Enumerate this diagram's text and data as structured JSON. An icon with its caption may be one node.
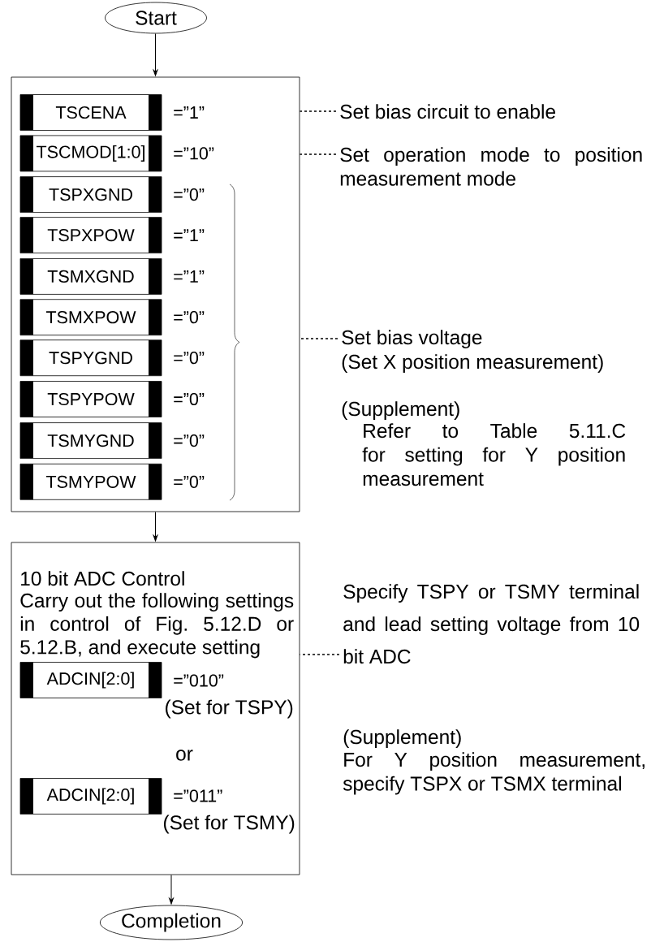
{
  "diagram": {
    "nodes": [
      {
        "text": [
          "Start"
        ]
      },
      {
        "text": [],
        "shape": "box"
      },
      {
        "text": [
          "TSCENA"
        ],
        "in": 1,
        "beside": [
          "=”1”"
        ]
      },
      {
        "text": [
          "TSCMOD[1:0]"
        ],
        "in": 1,
        "beside": [
          "=”10”"
        ]
      },
      {
        "text": [
          "TSPXGND"
        ],
        "in": 1,
        "beside": [
          "=”0”"
        ]
      },
      {
        "text": [
          "TSPXPOW"
        ],
        "in": 1,
        "beside": [
          "=”1”"
        ]
      },
      {
        "text": [
          "TSMXGND"
        ],
        "in": 1,
        "beside": [
          "=”1”"
        ]
      },
      {
        "text": [
          "TSMXPOW"
        ],
        "in": 1,
        "beside": [
          "=”0”"
        ]
      },
      {
        "text": [
          "TSPYGND"
        ],
        "in": 1,
        "beside": [
          "=”0”"
        ]
      },
      {
        "text": [
          "TSPYPOW"
        ],
        "in": 1,
        "beside": [
          "=”0”"
        ]
      },
      {
        "text": [
          "TSMYGND"
        ],
        "in": 1,
        "beside": [
          "=”0”"
        ]
      },
      {
        "text": [
          "TSMYPOW"
        ],
        "in": 1,
        "beside": [
          "=”0”"
        ]
      },
      {
        "text": [
          "10 bit ADC Control",
          "Carry out the following settings in control of Fig. 5.12.D or 5.12.B, and execute setting",
          "or"
        ]
      },
      {
        "text": [
          "ADCIN[2:0]"
        ],
        "in": 12,
        "beside": [
          "=”010”",
          "(Set for TSPY)"
        ]
      },
      {
        "text": [
          "ADCIN[2:0]"
        ],
        "in": 12,
        "beside": [
          "=”011”",
          "(Set for TSMY)"
        ]
      },
      {
        "text": [
          "Completion"
        ]
      },
      {
        "text": [
          "Set bias circuit to enable"
        ]
      },
      {
        "text": [
          "Set operation mode to position measurement mode"
        ]
      },
      {
        "text": [
          "Set bias voltage",
          "(Set X position measurement)",
          "(Supplement)",
          "Refer to Table 5.11.C for setting for Y position measurement"
        ]
      },
      {
        "text": [
          "Specify TSPY or TSMY terminal and lead setting voltage from 10 bit ADC",
          "(Supplement)",
          "For Y position measurement, specify TSPX or TSMX terminal"
        ]
      }
    ],
    "edges": [
      {
        "from": 0,
        "to": 1,
        "arrow": "to"
      },
      {
        "from": 1,
        "to": 12,
        "arrow": "to"
      },
      {
        "from": 12,
        "to": 15,
        "arrow": "to"
      },
      {
        "from": 16,
        "to": 1,
        "arrow": "none",
        "style": "dashed"
      },
      {
        "from": 17,
        "to": 1,
        "arrow": "none",
        "style": "dashed"
      },
      {
        "from": 18,
        "to": 1,
        "arrow": "none",
        "style": "dashed"
      },
      {
        "from": 19,
        "to": 12,
        "arrow": "none",
        "style": "dashed"
      }
    ]
  }
}
